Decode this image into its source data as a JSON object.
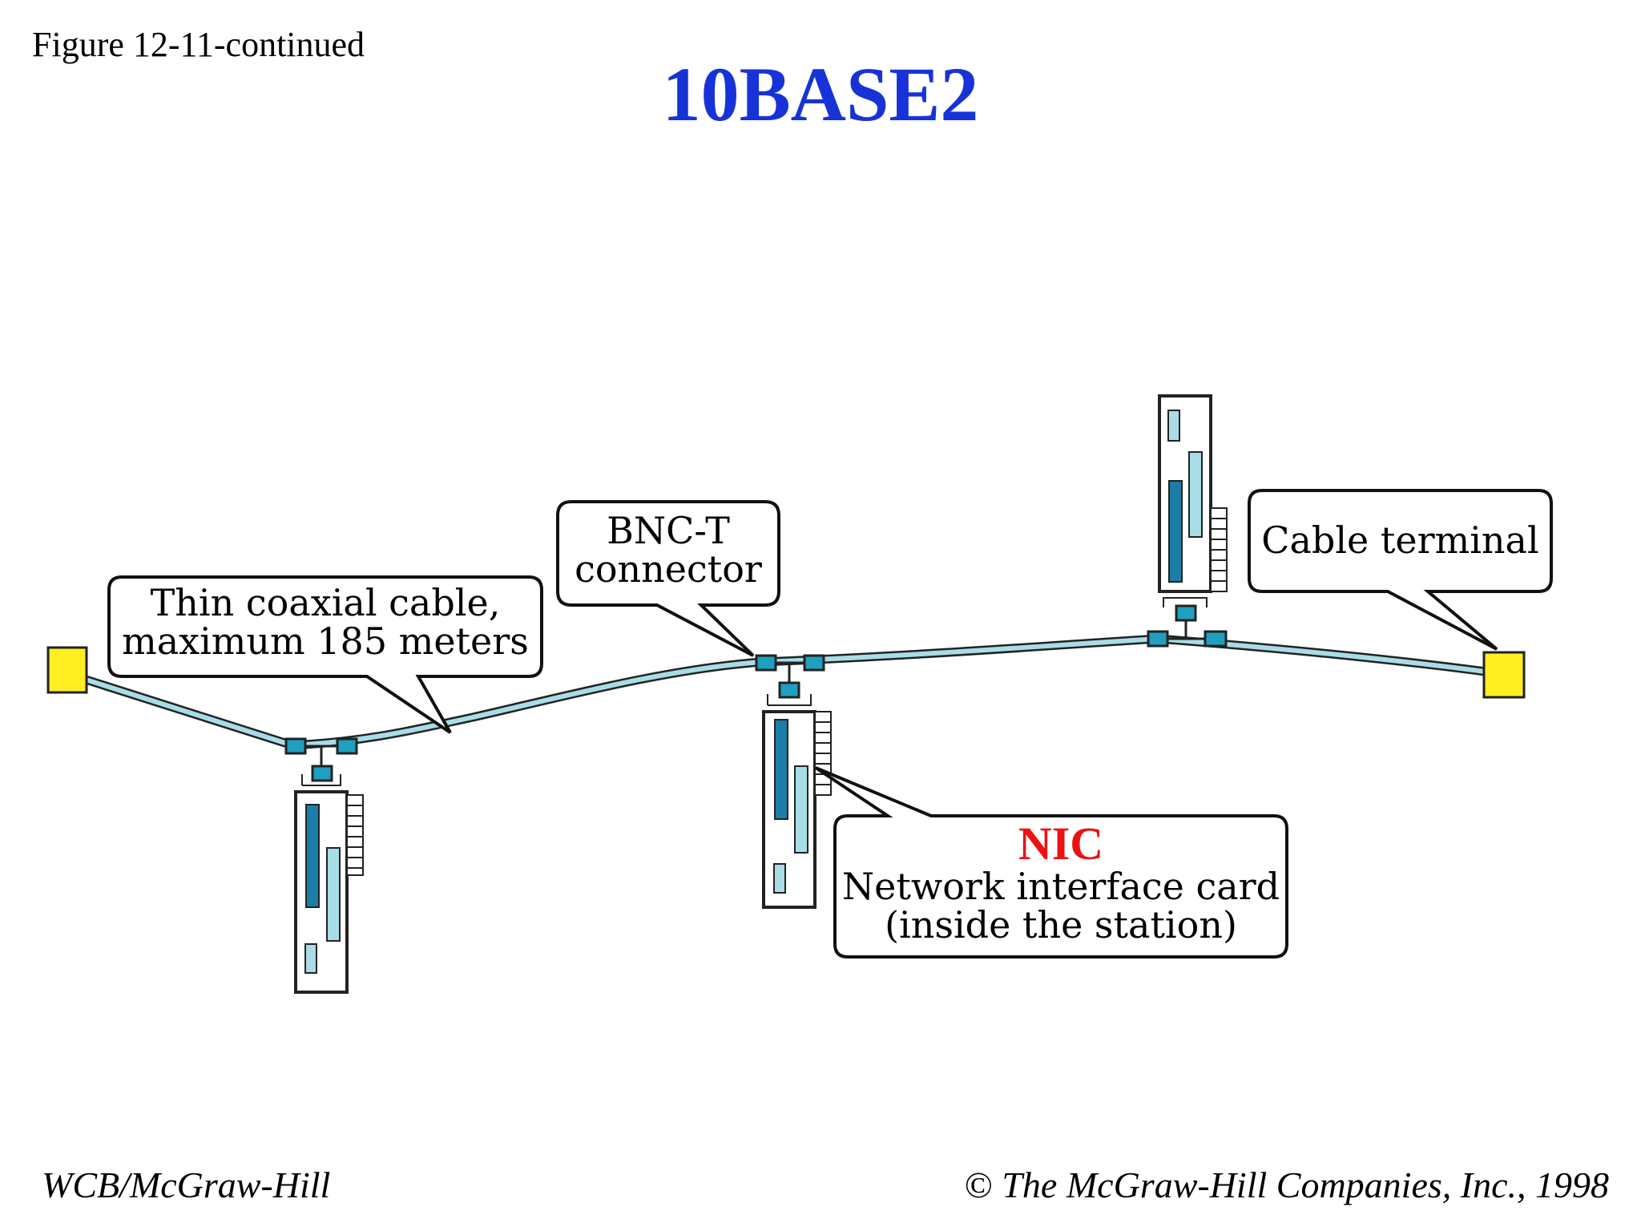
{
  "figure_label": "Figure 12-11-continued",
  "title": "10BASE2",
  "callouts": {
    "cable": {
      "line1": "Thin coaxial cable,",
      "line2": "maximum 185 meters"
    },
    "bnc": {
      "line1": "BNC-T",
      "line2": "connector"
    },
    "terminal": {
      "line1": "Cable terminal"
    },
    "nic": {
      "acronym": "NIC",
      "line1": "Network interface card",
      "line2": "(inside the station)"
    }
  },
  "footer": {
    "publisher": "WCB/McGraw-Hill",
    "copyright_symbol": "©",
    "copyright": "The McGraw-Hill Companies, Inc., 1998"
  },
  "colors": {
    "title": "#1733d8",
    "nic_acronym": "#ee1111",
    "terminator": "#ffee22",
    "connector": "#1fa0c0",
    "cable": "#a8dde8"
  }
}
